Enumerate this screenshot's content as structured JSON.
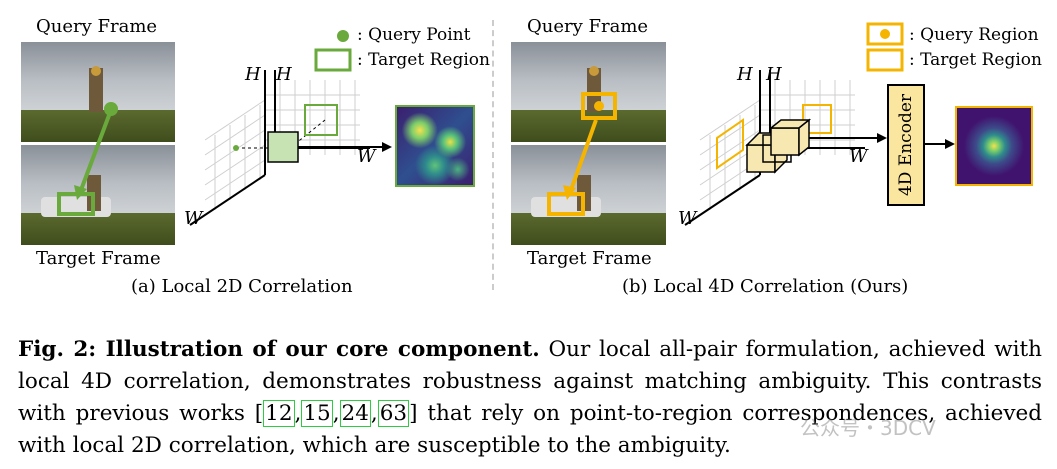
{
  "left": {
    "query_frame_label": "Query Frame",
    "target_frame_label": "Target Frame",
    "legend_point": ": Query Point",
    "legend_region": ": Target Region",
    "axis_h1": "H",
    "axis_h2": "H",
    "axis_w1": "W",
    "axis_w2": "W",
    "subcaption": "(a) Local 2D Correlation"
  },
  "right": {
    "query_frame_label": "Query Frame",
    "target_frame_label": "Target Frame",
    "legend_query": ": Query Region",
    "legend_target": ": Target Region",
    "axis_h1": "H",
    "axis_h2": "H",
    "axis_w1": "W",
    "axis_w2": "W",
    "encoder_label": "4D Encoder",
    "subcaption": "(b) Local 4D Correlation (Ours)"
  },
  "caption": {
    "fig_label": "Fig. 2: Illustration of our core component.",
    "text_part1": " Our local all-pair formulation, achieved with local 4D correlation, demonstrates robustness against matching ambiguity. This contrasts with previous works ",
    "cite1": "12",
    "cite2": "15",
    "cite3": "24",
    "cite4": "63",
    "text_part2": " that rely on point-to-region correspondences, achieved with local 2D correlation, which are susceptible to the ambiguity."
  },
  "watermark": "公众号・3DCV",
  "colors": {
    "green": "#6aaa3c",
    "green_fill": "#c7e3b4",
    "orange": "#f4b400",
    "orange_fill": "#f6e8b0",
    "encoder_fill": "#fbe6a0"
  }
}
